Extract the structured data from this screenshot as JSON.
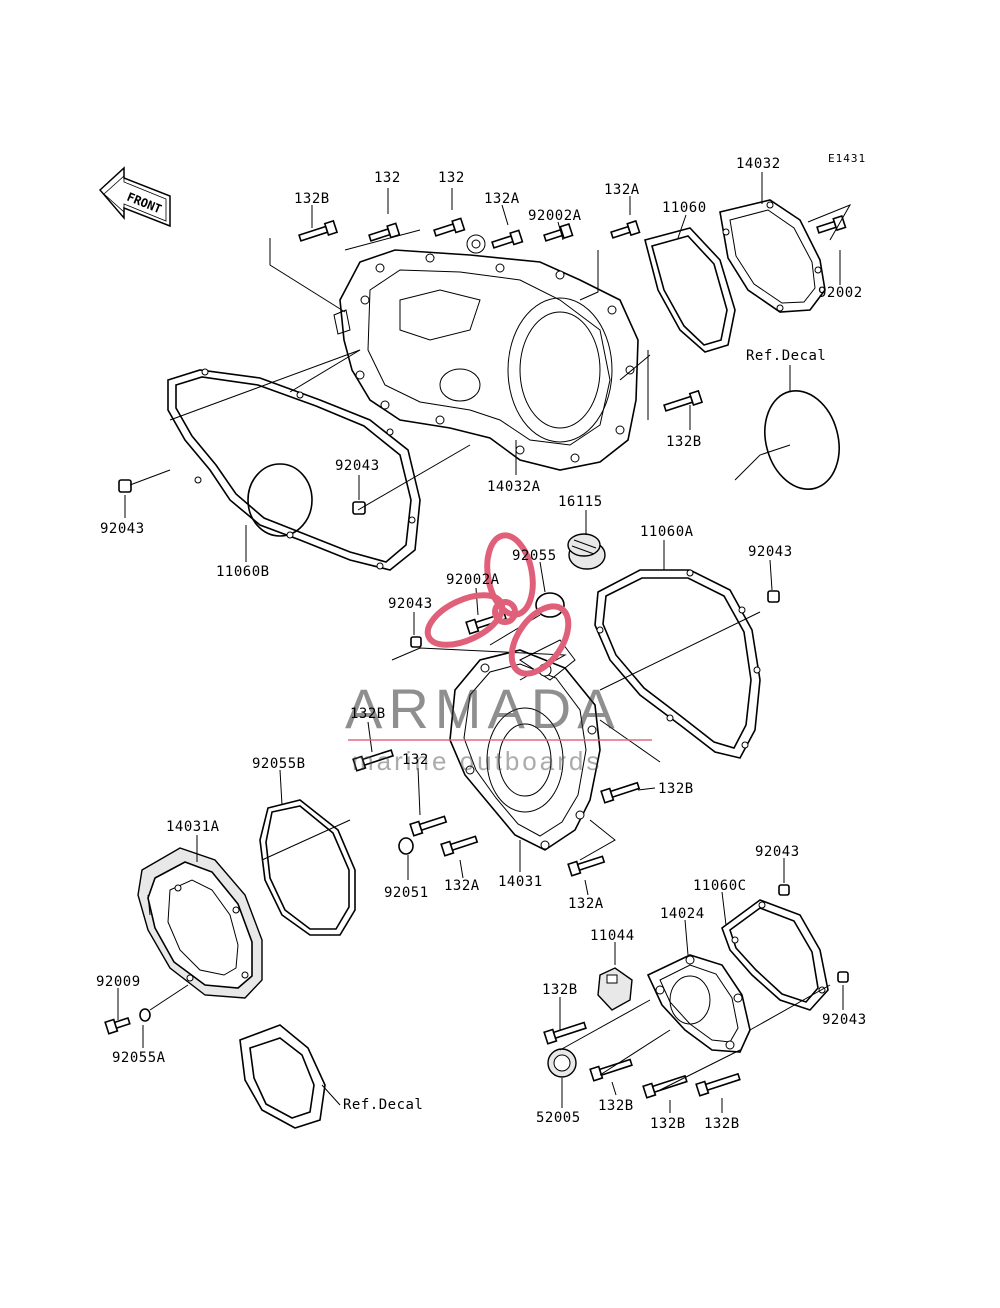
{
  "diagram_code": "E1431",
  "front_label": "FRONT",
  "watermark": {
    "brand": "ARMADA",
    "tagline": "marine outboards",
    "accent_color": "#e0607a"
  },
  "labels": [
    {
      "id": "l1",
      "text": "132B"
    },
    {
      "id": "l2",
      "text": "132"
    },
    {
      "id": "l3",
      "text": "132"
    },
    {
      "id": "l4",
      "text": "132A"
    },
    {
      "id": "l5",
      "text": "92002A"
    },
    {
      "id": "l6",
      "text": "132A"
    },
    {
      "id": "l7",
      "text": "11060"
    },
    {
      "id": "l8",
      "text": "14032"
    },
    {
      "id": "l9",
      "text": "92002"
    },
    {
      "id": "l10",
      "text": "Ref.Decal"
    },
    {
      "id": "l11",
      "text": "132B"
    },
    {
      "id": "l12",
      "text": "14032A"
    },
    {
      "id": "l13",
      "text": "92043"
    },
    {
      "id": "l14",
      "text": "92043"
    },
    {
      "id": "l15",
      "text": "11060B"
    },
    {
      "id": "l16",
      "text": "16115"
    },
    {
      "id": "l17",
      "text": "92055"
    },
    {
      "id": "l18",
      "text": "11060A"
    },
    {
      "id": "l19",
      "text": "92043"
    },
    {
      "id": "l20",
      "text": "92002A"
    },
    {
      "id": "l21",
      "text": "92043"
    },
    {
      "id": "l22",
      "text": "132B"
    },
    {
      "id": "l23",
      "text": "92055B"
    },
    {
      "id": "l24",
      "text": "132"
    },
    {
      "id": "l25",
      "text": "132B"
    },
    {
      "id": "l26",
      "text": "14031A"
    },
    {
      "id": "l27",
      "text": "92051"
    },
    {
      "id": "l28",
      "text": "132A"
    },
    {
      "id": "l29",
      "text": "14031"
    },
    {
      "id": "l30",
      "text": "132A"
    },
    {
      "id": "l31",
      "text": "92043"
    },
    {
      "id": "l32",
      "text": "11060C"
    },
    {
      "id": "l33",
      "text": "14024"
    },
    {
      "id": "l34",
      "text": "11044"
    },
    {
      "id": "l35",
      "text": "92009"
    },
    {
      "id": "l36",
      "text": "132B"
    },
    {
      "id": "l37",
      "text": "92043"
    },
    {
      "id": "l38",
      "text": "92055A"
    },
    {
      "id": "l39",
      "text": "Ref.Decal"
    },
    {
      "id": "l40",
      "text": "52005"
    },
    {
      "id": "l41",
      "text": "132B"
    },
    {
      "id": "l42",
      "text": "132B"
    },
    {
      "id": "l43",
      "text": "132B"
    }
  ]
}
